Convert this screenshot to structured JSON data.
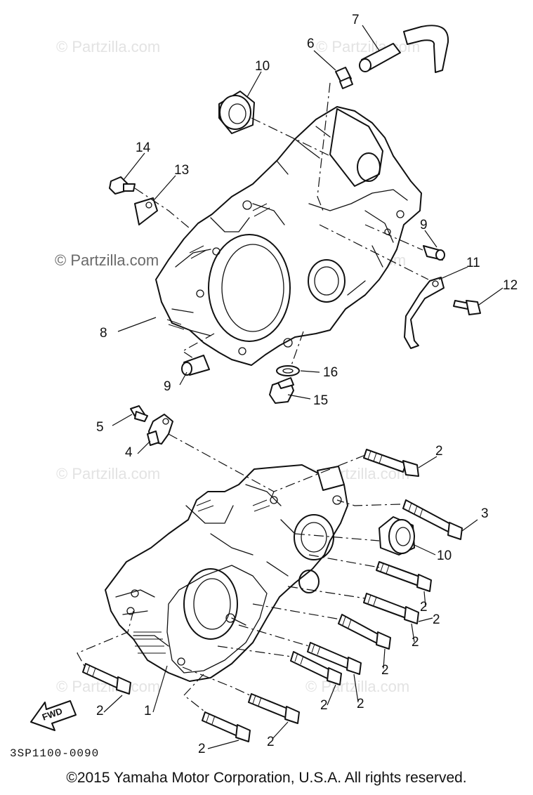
{
  "watermark": {
    "text": "© Partzilla.com"
  },
  "drawing_code": "3SP1100-0090",
  "fwd_label": "FWD",
  "copyright": "©2015 Yamaha Motor Corporation, U.S.A. All rights reserved.",
  "callouts": {
    "c1": "1",
    "c2": "2",
    "c3": "3",
    "c4": "4",
    "c5": "5",
    "c6": "6",
    "c7": "7",
    "c8": "8",
    "c9": "9",
    "c10": "10",
    "c11": "11",
    "c12": "12",
    "c13": "13",
    "c14": "14",
    "c15": "15",
    "c16": "16"
  }
}
